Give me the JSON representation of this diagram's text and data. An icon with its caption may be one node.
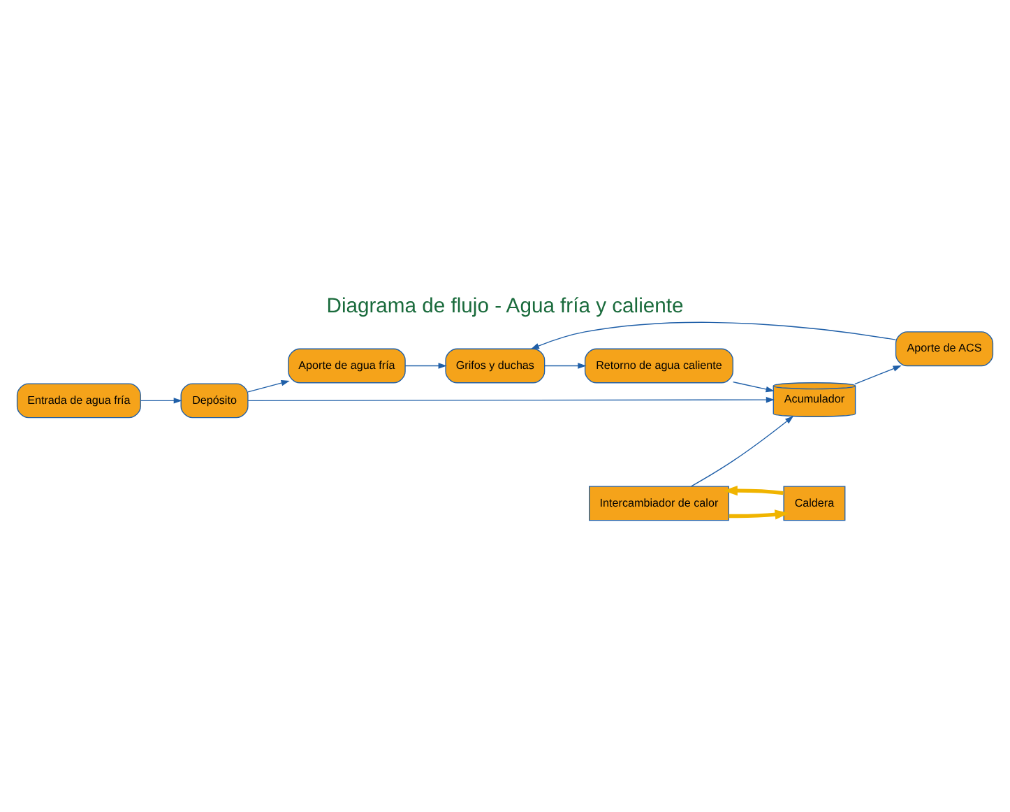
{
  "diagram": {
    "title": "Diagrama de flujo - Agua fría y caliente",
    "nodes": [
      {
        "text": [
          "Entrada de agua fría"
        ]
      },
      {
        "text": [
          "Depósito"
        ]
      },
      {
        "text": [
          "Aporte de agua fría"
        ]
      },
      {
        "text": [
          "Grifos y duchas"
        ]
      },
      {
        "text": [
          "Aporte de ACS"
        ]
      },
      {
        "text": [
          "Retorno de agua caliente"
        ]
      },
      {
        "text": [
          "Acumulador"
        ]
      },
      {
        "text": [
          "Caldera"
        ]
      },
      {
        "text": [
          "Intercambiador de calor"
        ]
      }
    ],
    "edges": [
      {
        "from": 0,
        "to": 1,
        "arrow": "to"
      },
      {
        "from": 1,
        "to": 2,
        "arrow": "to"
      },
      {
        "from": 2,
        "to": 3,
        "arrow": "to"
      },
      {
        "from": 1,
        "to": 6,
        "arrow": "to"
      },
      {
        "from": 6,
        "to": 4,
        "arrow": "to"
      },
      {
        "from": 4,
        "to": 3,
        "arrow": "to"
      },
      {
        "from": 3,
        "to": 5,
        "arrow": "to"
      },
      {
        "from": 5,
        "to": 6,
        "arrow": "to"
      },
      {
        "from": 8,
        "to": 6,
        "arrow": "to"
      },
      {
        "from": 8,
        "to": 7,
        "arrow": "to",
        "style": "thick",
        "color": "#f0b400"
      },
      {
        "from": 7,
        "to": 8,
        "arrow": "to",
        "style": "thick",
        "color": "#f0b400"
      }
    ]
  }
}
